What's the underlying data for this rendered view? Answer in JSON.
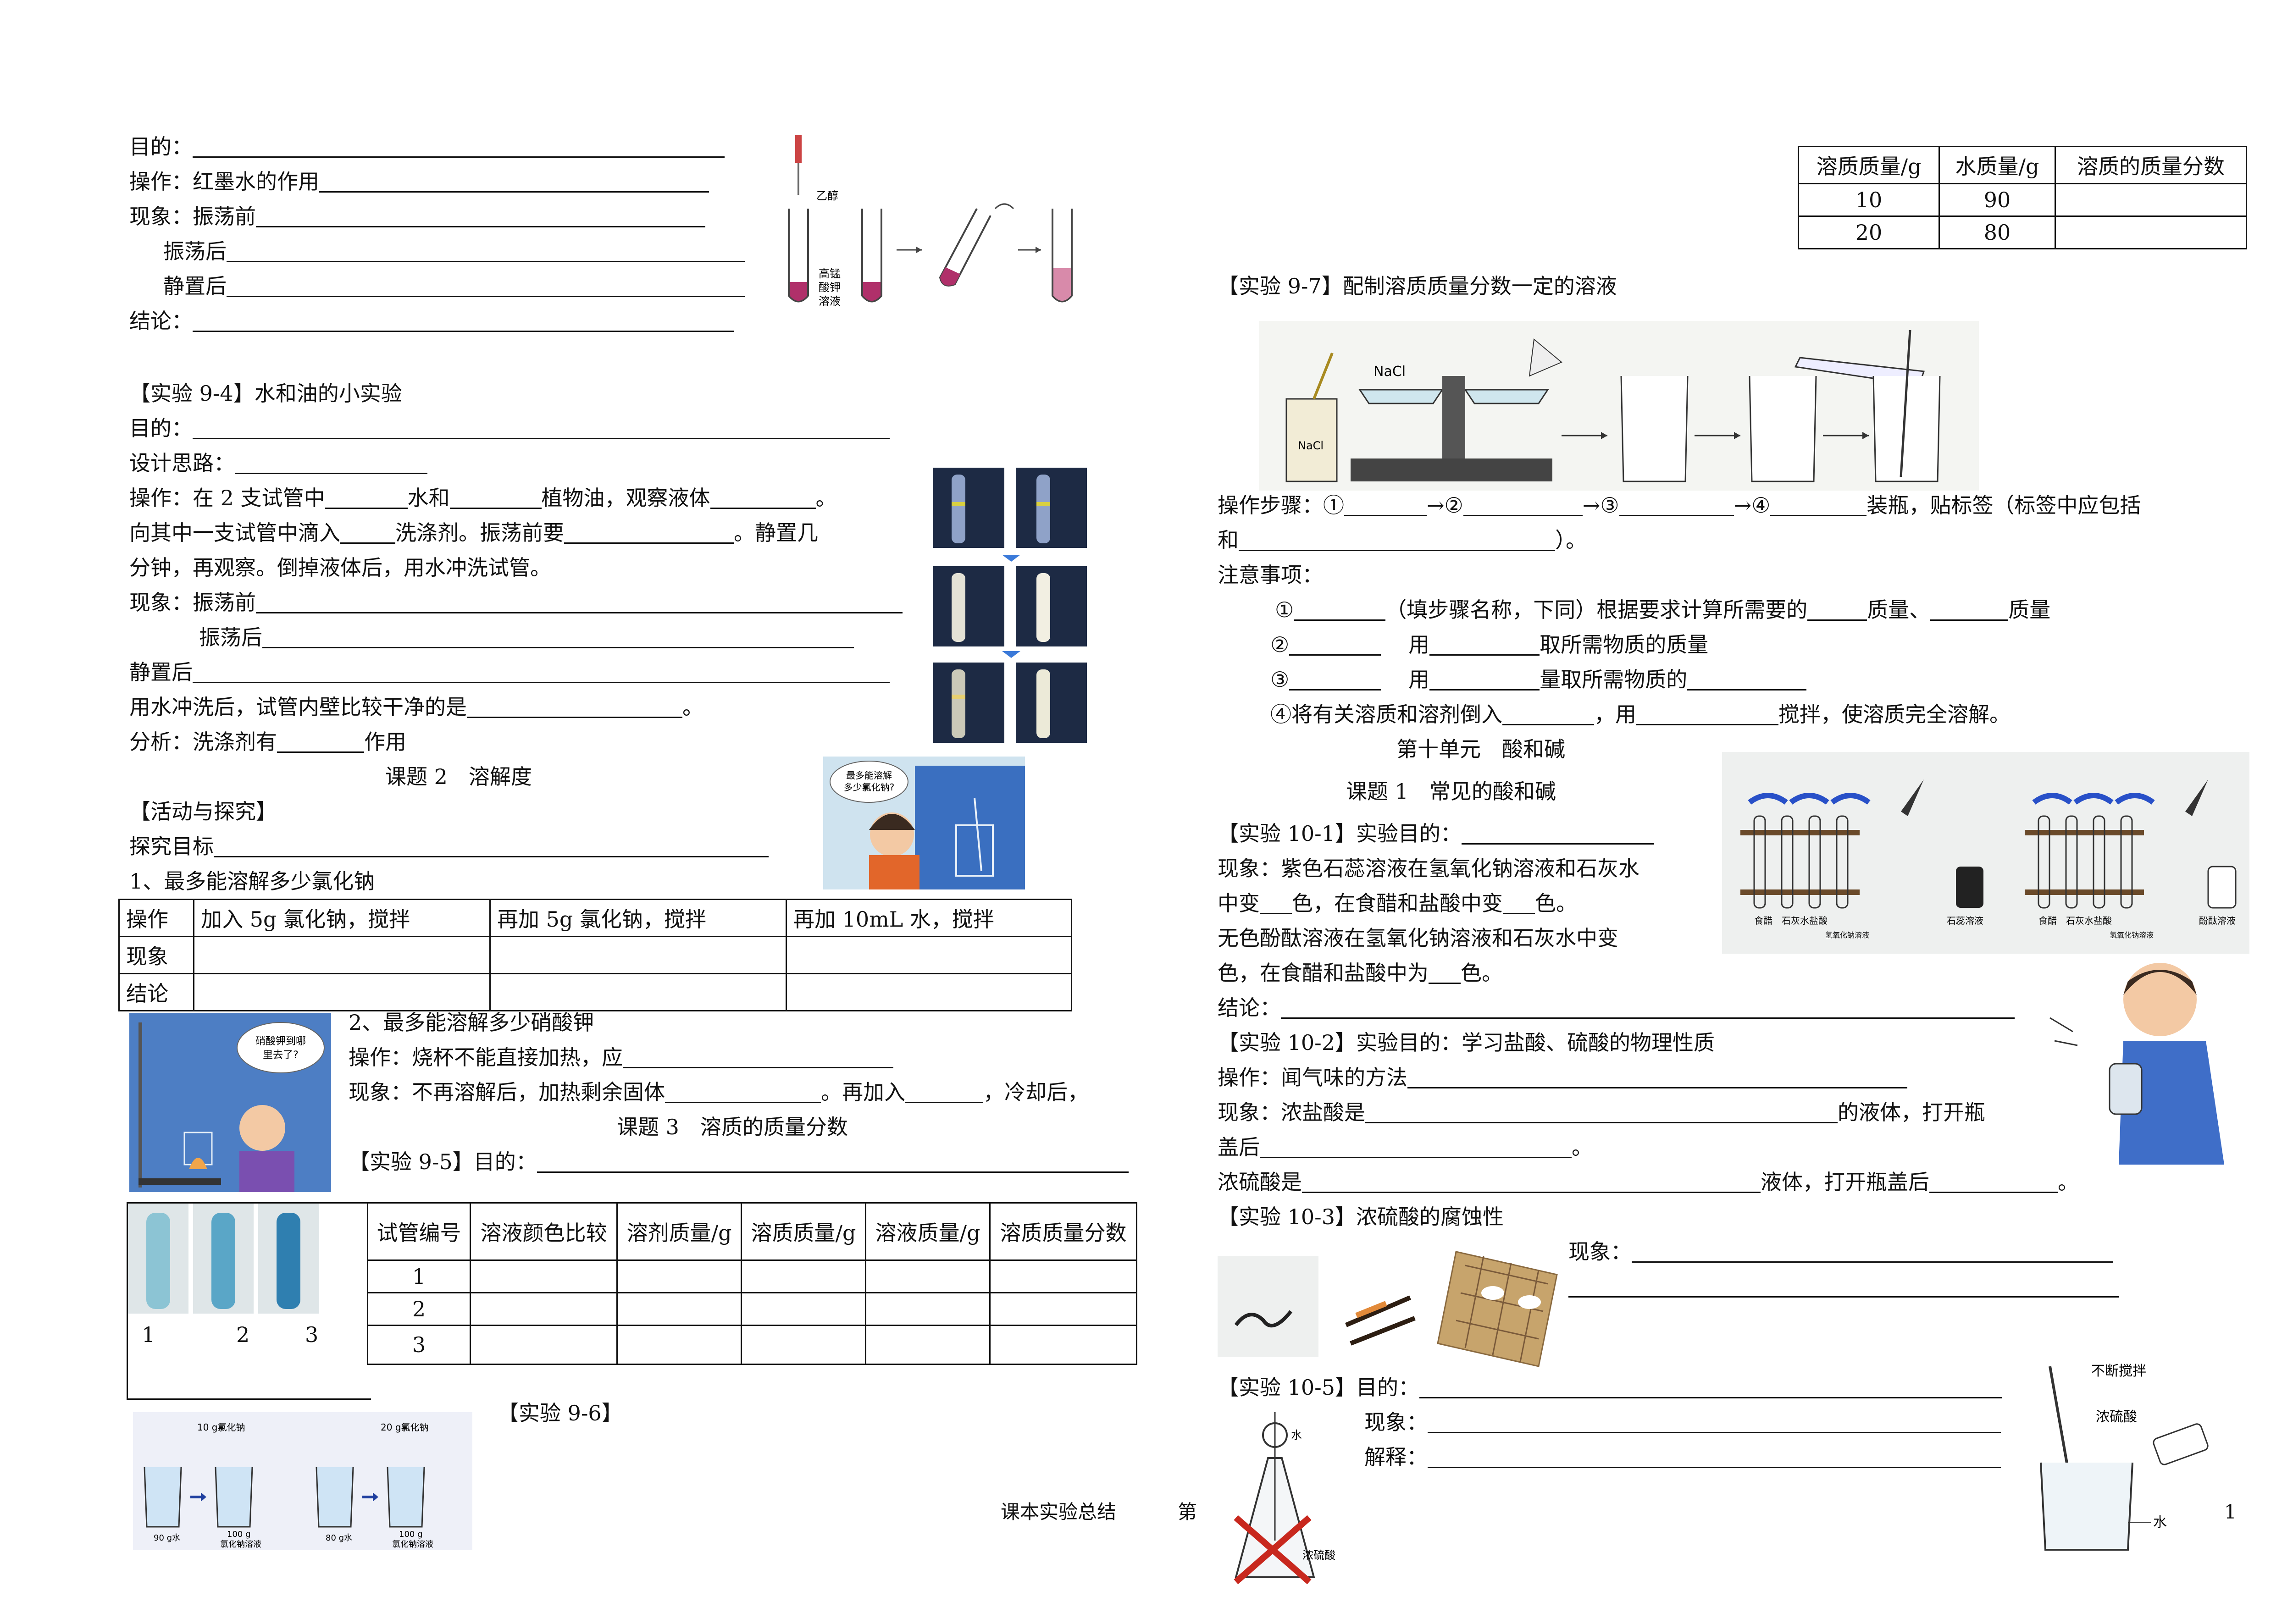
{
  "left": {
    "intro": {
      "purpose": "目的：",
      "operation": "操作：红墨水的作用",
      "phenomenon_before": "现象：振荡前",
      "after_shake": "振荡后",
      "after_rest": "静置后",
      "conclusion": "结论：",
      "fig_labels": [
        "乙醇",
        "高锰",
        "酸钾",
        "溶液"
      ]
    },
    "exp94": {
      "title": "【实验 9-4】水和油的小实验",
      "purpose": "目的：",
      "design": "设计思路：",
      "op_1a": "操作：在 2 支试管中",
      "op_1b": "水和",
      "op_1c": "植物油，观察液体",
      "op_1d": "。",
      "op_2a": "向其中一支试管中滴入",
      "op_2b": "洗涤剂。振荡前要",
      "op_2c": "。静置几",
      "op_3": "分钟，再观察。倒掉液体后，用水冲洗试管。",
      "ph_before": "现象：振荡前",
      "ph_after": "振荡后",
      "ph_rest": "静置后",
      "rinse_a": "用水冲洗后，试管内壁比较干净的是",
      "rinse_b": "。",
      "analysis_a": "分析：洗涤剂有",
      "analysis_b": "作用"
    },
    "topic2": {
      "title": "课题 2　溶解度",
      "activity": "【活动与探究】",
      "goal": "探究目标",
      "q1": "1、最多能溶解多少氯化钠",
      "fig_bubble": [
        "最多能溶解",
        "多少氯化钠?"
      ],
      "table_rows": [
        [
          "操作",
          "加入 5g 氯化钠，搅拌",
          "再加 5g 氯化钠，搅拌",
          "再加 10mL 水，搅拌"
        ],
        [
          "现象",
          "",
          "",
          ""
        ],
        [
          "结论",
          "",
          "",
          ""
        ]
      ],
      "q2": "2、最多能溶解多少硝酸钾",
      "q2_op": "操作：烧杯不能直接加热，应",
      "q2_ph_a": "现象：不再溶解后，加热剩余固体",
      "q2_ph_b": "。再加入",
      "q2_ph_c": "，冷却后，",
      "fig_bubble2": [
        "硝酸钾到哪",
        "里去了?"
      ]
    },
    "topic3": {
      "title": "课题 3　溶质的质量分数",
      "exp95": "【实验 9-5】目的：",
      "tube_labels": [
        "1",
        "2",
        "3"
      ],
      "table_header": [
        "试管编号",
        "溶液颜色比较",
        "溶剂质量/g",
        "溶质质量/g",
        "溶液质量/g",
        "溶质质量分数"
      ],
      "table_rows": [
        [
          "1"
        ],
        [
          "2"
        ],
        [
          "3"
        ]
      ],
      "exp96": "【实验 9-6】",
      "fig96_labels": [
        "10 g氯化钠",
        "20 g氯化钠",
        "90 g水",
        "100 g",
        "氯化钠溶液",
        "80 g水"
      ]
    },
    "footer": [
      "课本实验总结",
      "第"
    ]
  },
  "right": {
    "table_top": {
      "header": [
        "溶质质量/g",
        "水质量/g",
        "溶质的质量分数"
      ],
      "rows": [
        [
          "10",
          "90",
          ""
        ],
        [
          "20",
          "80",
          ""
        ]
      ]
    },
    "exp97": {
      "title": "【实验 9-7】配制溶质质量分数一定的溶液",
      "fig_labels": [
        "NaCl",
        "NaCl"
      ],
      "steps_a": "操作步骤：①",
      "arrow": "→②",
      "arrow3": "→③",
      "arrow4": "→④",
      "steps_b": "装瓶，贴标签（标签中应包括",
      "steps_c": "和",
      "steps_d": "）。",
      "notes": "注意事项：",
      "n1a": "①",
      "n1b": "（填步骤名称，下同）根据要求计算所需要的",
      "n1c": "质量、",
      "n1d": "质量",
      "n2a": "②",
      "n2b": "用",
      "n2c": "取所需物质的质量",
      "n3a": "③",
      "n3b": "用",
      "n3c": "量取所需物质的",
      "n4a": "④将有关溶质和溶剂倒入",
      "n4b": "，用",
      "n4c": "搅拌，使溶质完全溶解。"
    },
    "unit10": {
      "title": "第十单元　酸和碱",
      "topic1": "课题 1　常见的酸和碱",
      "fig_labels1": [
        "食醋",
        "石灰水",
        "盐酸",
        "氢氧化钠溶液",
        "石蕊溶液"
      ],
      "fig_labels2": [
        "食醋",
        "石灰水",
        "盐酸",
        "氢氧化钠溶液",
        "酚酞溶液"
      ],
      "exp101": "【实验 10-1】实验目的：",
      "ph1a": "现象：紫色石蕊溶液在氢氧化钠溶液和石灰水",
      "ph1b": "中变",
      "ph1c": "色，在食醋和盐酸中变",
      "ph1d": "色。",
      "ph2a": "无色酚酞溶液在氢氧化钠溶液和石灰水中变",
      "ph2b": "色，在食醋和盐酸中为",
      "ph2c": "色。",
      "conclusion": "结论：",
      "exp102": "【实验 10-2】实验目的：学习盐酸、硫酸的物理性质",
      "op102": "操作：闻气味的方法",
      "ph102a": "现象：浓盐酸是",
      "ph102b": "的液体，打开瓶",
      "ph102c": "盖后",
      "ph102d": "。",
      "ph102e": "浓硫酸是",
      "ph102f": "液体，打开瓶盖后",
      "ph102g": "。",
      "exp103": "【实验 10-3】浓硫酸的腐蚀性",
      "ph103": "现象：",
      "exp105": "【实验 10-5】目的：",
      "ph105": "现象：",
      "exp105_exp": "解释：",
      "fig105_labels": [
        "水",
        "浓硫酸"
      ],
      "fig_dilute": [
        "不断搅拌",
        "浓硫酸",
        "水"
      ],
      "page_no": "1"
    }
  }
}
